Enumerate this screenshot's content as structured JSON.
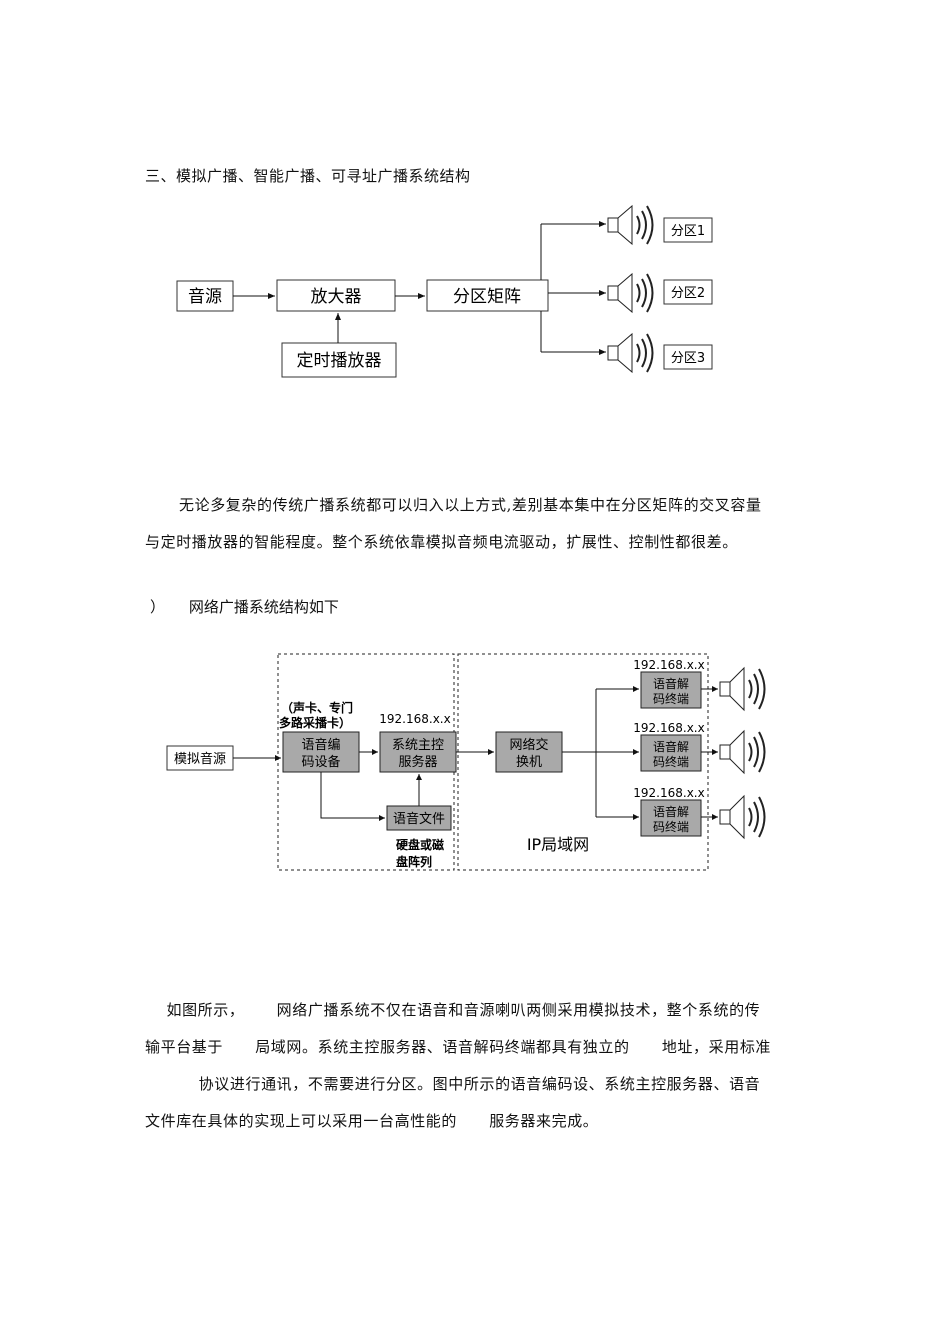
{
  "heading": "三、模拟广播、智能广播、可寻址广播系统结构",
  "diagram1": {
    "source": "音源",
    "amplifier": "放大器",
    "matrix": "分区矩阵",
    "player": "定时播放器",
    "zones": [
      "分区1",
      "分区2",
      "分区3"
    ]
  },
  "paragraph1": [
    "无论多复杂的传统广播系统都可以归入以上方式,差别基本集中在分区矩阵的交叉容量",
    "与定时播放器的智能程度。整个系统依靠模拟音频电流驱动，扩展性、控制性都很差。"
  ],
  "subheading": "）     网络广播系统结构如下",
  "diagram2": {
    "analog_source": "模拟音源",
    "soundcard_note": [
      "（声卡、专门",
      "多路采播卡）"
    ],
    "encoder": [
      "语音编",
      "码设备"
    ],
    "server_ip": "192.168.x.x",
    "server": [
      "系统主控",
      "服务器"
    ],
    "voice_file": "语音文件",
    "disk_note": [
      "硬盘或磁",
      "盘阵列"
    ],
    "switch": [
      "网络交",
      "换机"
    ],
    "lan_label": "IP局域网",
    "terminals": [
      {
        "ip": "192.168.x.x",
        "label": [
          "语音解",
          "码终端"
        ]
      },
      {
        "ip": "192.168.x.x",
        "label": [
          "语音解",
          "码终端"
        ]
      },
      {
        "ip": "192.168.x.x",
        "label": [
          "语音解",
          "码终端"
        ]
      }
    ]
  },
  "paragraph2": [
    "    如图所示，      网络广播系统不仅在语音和音源喇叭两侧采用模拟技术，整个系统的传",
    "输平台基于      局域网。系统主控服务器、语音解码终端都具有独立的      地址，采用标准",
    "          协议进行通讯，不需要进行分区。图中所示的语音编码设、系统主控服务器、语音",
    "文件库在具体的实现上可以采用一台高性能的      服务器来完成。"
  ]
}
